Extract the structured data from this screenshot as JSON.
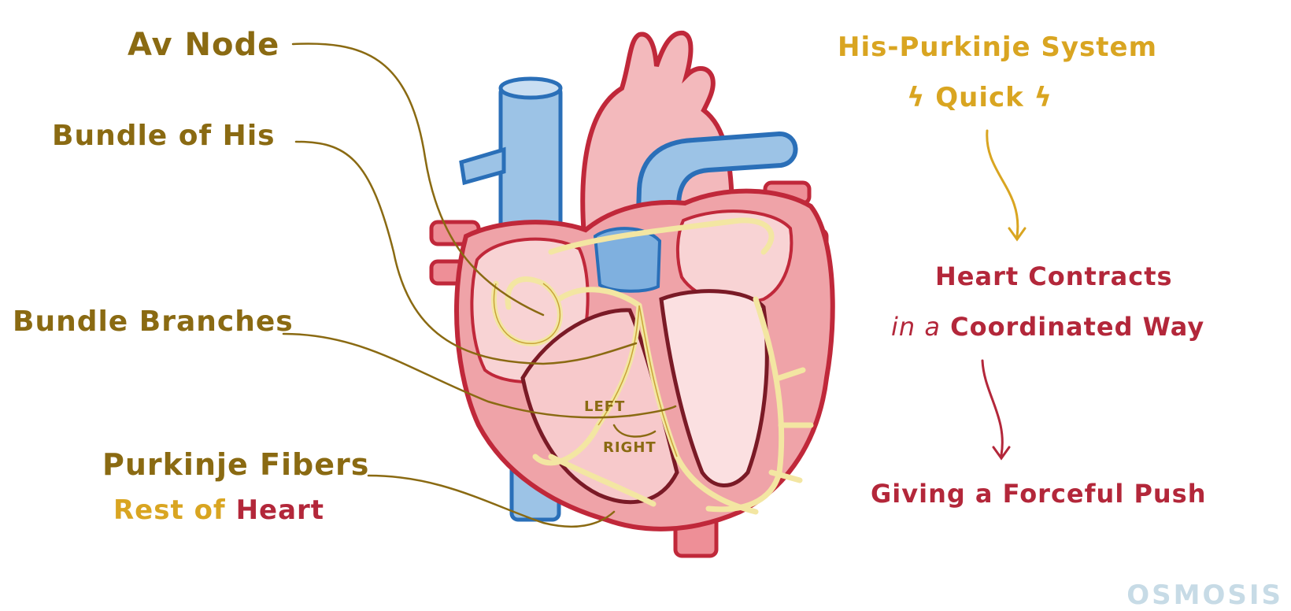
{
  "labels": {
    "av_node": "Av Node",
    "bundle_of_his": "Bundle of His",
    "bundle_branches": "Bundle Branches",
    "purkinje_fibers": "Purkinje Fibers",
    "rest_of": "Rest of",
    "heart": "Heart",
    "left": "LEFT",
    "right": "RIGHT"
  },
  "flow": {
    "his_purkinje_system": "His-Purkinje System",
    "quick": "ϟ Quick ϟ",
    "heart_contracts": "Heart Contracts",
    "in_a": "in a",
    "coordinated_way": "Coordinated Way",
    "giving_push": "Giving a Forceful Push"
  },
  "watermark": "OSMOSIS",
  "colors": {
    "label_gold": "#8a6a12",
    "label_amber": "#d9a521",
    "label_red": "#b3273a",
    "vessel_blue": "#9cc3e6",
    "heart_pink": "#f0b3b5",
    "heart_outline": "#c0283a",
    "conduction_yellow": "#f3e6a2"
  }
}
